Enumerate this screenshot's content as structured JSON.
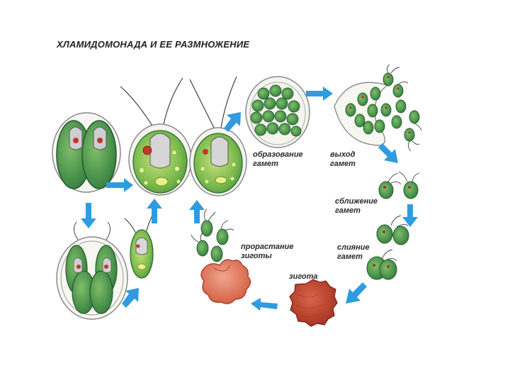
{
  "title": "ХЛАМИДОМОНАДА И ЕЕ РАЗМНОЖЕНИЕ",
  "labels": {
    "gamete_formation": [
      "образование",
      "гамет"
    ],
    "gamete_exit": [
      "выход",
      "гамет"
    ],
    "gamete_approach": [
      "сближение",
      "гамет"
    ],
    "gamete_fusion": [
      "слияние",
      "гамет"
    ],
    "zygote": [
      "зигота"
    ],
    "zygote_germination": [
      "прорастание",
      "зиготы"
    ]
  },
  "colors": {
    "arrow": "#2f9be0",
    "cell_green": "#4f9a55",
    "cell_dark": "#2f6e3a",
    "chloroplast_light": "#b7d86a",
    "zygote": "#c9452e",
    "eyespot": "#c0392b",
    "wall": "#9a9a9a"
  }
}
